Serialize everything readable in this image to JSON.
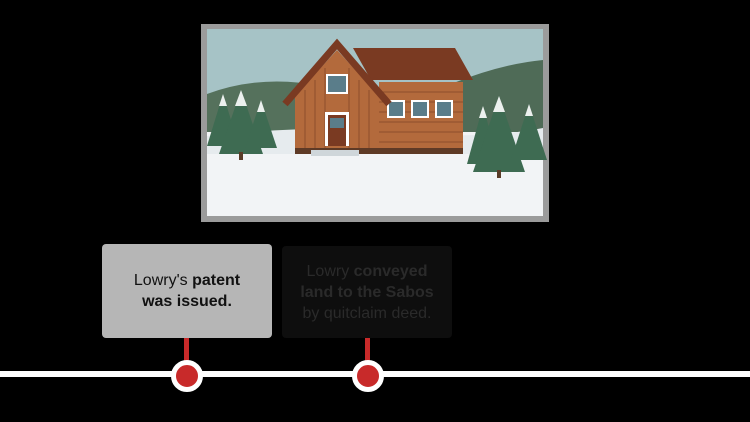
{
  "illustration": {
    "icon": "log-cabin-winter-scene"
  },
  "colors": {
    "accent": "#c82a2a",
    "active_card": "#b6b6b6",
    "inactive_card": "#0e0e0e"
  },
  "events": [
    {
      "line1_normal": "Lowry's",
      "line1_bold": "patent",
      "line2_bold": "was issued.",
      "state": "active"
    },
    {
      "line1_normal": "Lowry",
      "line1_bold": "conveyed",
      "line2_bold": "land to the Sabos",
      "line3_normal": "by quitclaim deed.",
      "state": "inactive"
    }
  ]
}
